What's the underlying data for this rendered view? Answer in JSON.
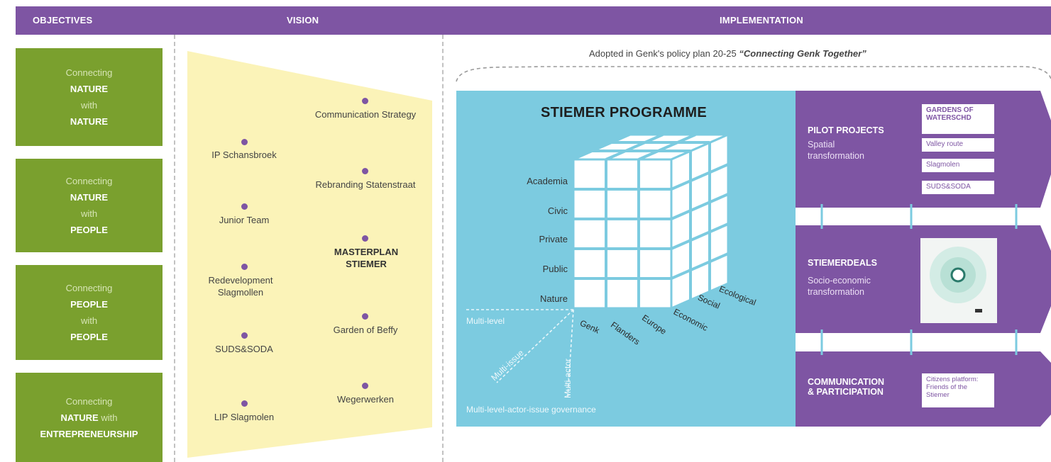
{
  "header": {
    "objectives": "OBJECTIVES",
    "vision": "VISION",
    "implementation": "IMPLEMENTATION"
  },
  "objectives": [
    {
      "l1": "Connecting",
      "l2": "NATURE",
      "l3": "with",
      "l4": "NATURE"
    },
    {
      "l1": "Connecting",
      "l2": "NATURE",
      "l3": "with",
      "l4": "PEOPLE"
    },
    {
      "l1": "Connecting",
      "l2": "PEOPLE",
      "l3": "with",
      "l4": "PEOPLE"
    },
    {
      "l1": "Connecting",
      "l2": "NATURE",
      "l3": "with",
      "l4": "ENTREPRENEURSHIP"
    }
  ],
  "vision": {
    "left": [
      "IP Schansbroek",
      "Junior Team",
      "Redevelopment Slagmollen",
      "SUDS&SODA",
      "LIP Slagmolen"
    ],
    "right": [
      "Communication Strategy",
      "Rebranding Statenstraat",
      "MASTERPLAN STIEMER",
      "Garden of Beffy",
      "Wegerwerken"
    ]
  },
  "implementation": {
    "adopted_prefix": "Adopted in Genk's policy plan 20-25",
    "adopted_quote": "“Connecting Genk Together”",
    "programme_title": "STIEMER PROGRAMME",
    "rows": [
      "Academia",
      "Civic",
      "Private",
      "Public",
      "Nature"
    ],
    "places": [
      "Genk",
      "Flanders",
      "Europe"
    ],
    "dimensions": [
      "Economic",
      "Social",
      "Ecological"
    ],
    "governance": {
      "multi_level": "Multi-level",
      "multi_issue": "Multi-issue",
      "multi_actor": "Multi-actor",
      "caption": "Multi-level-actor-issue governance"
    },
    "pilot": {
      "title": "PILOT PROJECTS",
      "subtitle": "Spatial transformation",
      "items": [
        "GARDENS OF WATERSCHD",
        "Valley route",
        "Slagmolen",
        "SUDS&SODA"
      ]
    },
    "deals": {
      "title": "STIEMERDEALS",
      "subtitle": "Socio-economic transformation"
    },
    "communication": {
      "title_1": "COMMUNICATION",
      "title_2": "& PARTICIPATION",
      "box": "Citizens platform: Friends of the Stiemer"
    }
  },
  "colors": {
    "purple": "#7e55a3",
    "green": "#7aa02e",
    "yellow": "#fbf3b8",
    "blue": "#7ccbe0"
  }
}
